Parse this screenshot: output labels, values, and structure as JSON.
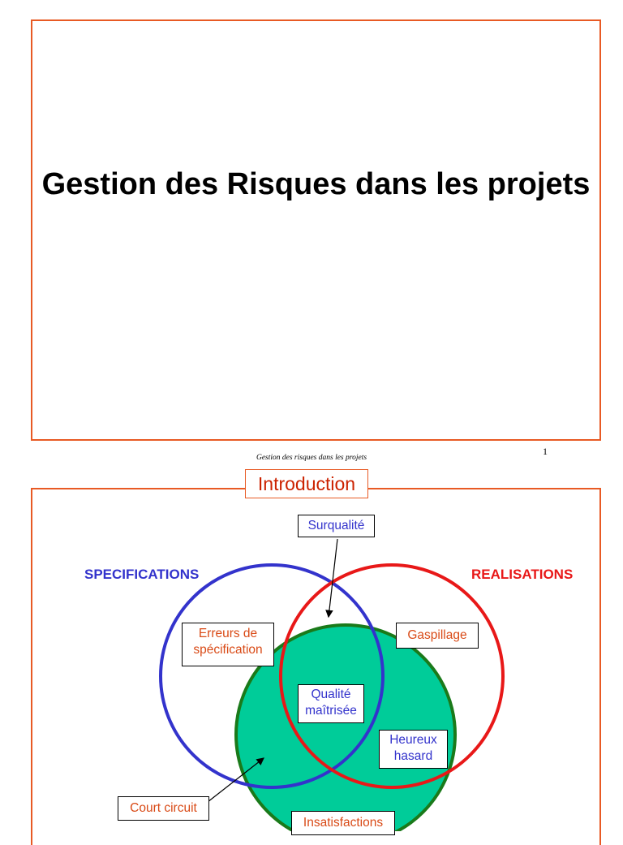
{
  "slide1": {
    "title": "Gestion des Risques dans les projets"
  },
  "footer": {
    "text": "Gestion des risques dans les projets",
    "page_number": "1"
  },
  "slide2": {
    "heading": "Introduction",
    "set_labels": {
      "specifications": "SPECIFICATIONS",
      "realisations": "REALISATIONS"
    },
    "boxes": {
      "surqualite": "Surqualité",
      "erreurs_line1": "Erreurs de",
      "erreurs_line2": "spécification",
      "gaspillage": "Gaspillage",
      "qualite_line1": "Qualité",
      "qualite_line2": "maîtrisée",
      "heureux_line1": "Heureux",
      "heureux_line2": "hasard",
      "court_circuit": "Court circuit",
      "insatisfactions": "Insatisfactions"
    },
    "colors": {
      "border": "#e85a24",
      "specifications_circle": "#3333cc",
      "realisations_circle": "#e81818",
      "needs_circle_fill": "#00cc99",
      "needs_circle_stroke": "#1a7a1a",
      "orange_text": "#d94a16",
      "blue_text": "#3333cc"
    }
  }
}
